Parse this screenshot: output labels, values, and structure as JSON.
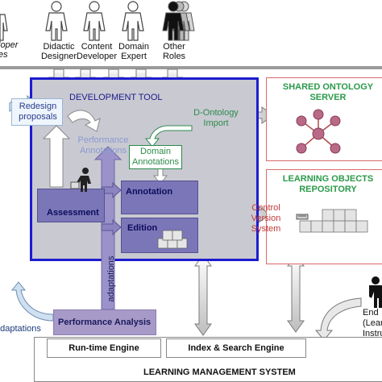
{
  "roles": {
    "partial_left_1": "loper",
    "partial_left_2": "es",
    "items": [
      {
        "line1": "Didactic",
        "line2": "Designer"
      },
      {
        "line1": "Content",
        "line2": "Developer"
      },
      {
        "line1": "Domain",
        "line2": "Expert"
      },
      {
        "line1": "Other",
        "line2": "Roles"
      }
    ]
  },
  "dev_tool": {
    "title": "DEVELOPMENT TOOL",
    "redesign_line1": "Redesign",
    "redesign_line2": "proposals",
    "perf_ann_line1": "Performance",
    "perf_ann_line2": "Annotations",
    "domain_ann_line1": "Domain",
    "domain_ann_line2": "Annotations",
    "d_onto_line1": "D-Ontology",
    "d_onto_line2": "Import",
    "assessment": "Assessment",
    "annotation": "Annotation",
    "edition": "Edition",
    "adaptations_vertical": "adaptations"
  },
  "ontology_server": {
    "line1": "SHARED ONTOLOGY",
    "line2": "SERVER"
  },
  "lo_repository": {
    "line1": "LEARNING OBJECTS",
    "line2": "REPOSITORY"
  },
  "control_version": {
    "line1": "Control",
    "line2": "Version",
    "line3": "System"
  },
  "performance_analysis": "Performance Analysis",
  "adaptations_left": "adaptations",
  "runtime_engine": "Run-time Engine",
  "index_search": "Index & Search Engine",
  "lms": "LEARNING MANAGEMENT SYSTEM",
  "end_user": {
    "line1": "End",
    "line2": "(Lear",
    "line3": "Instru"
  },
  "colors": {
    "dev_border": "#1c1cd0",
    "purple": "#7b76b8",
    "green_text": "#2c8a4a",
    "red_border": "#d96a6a"
  }
}
